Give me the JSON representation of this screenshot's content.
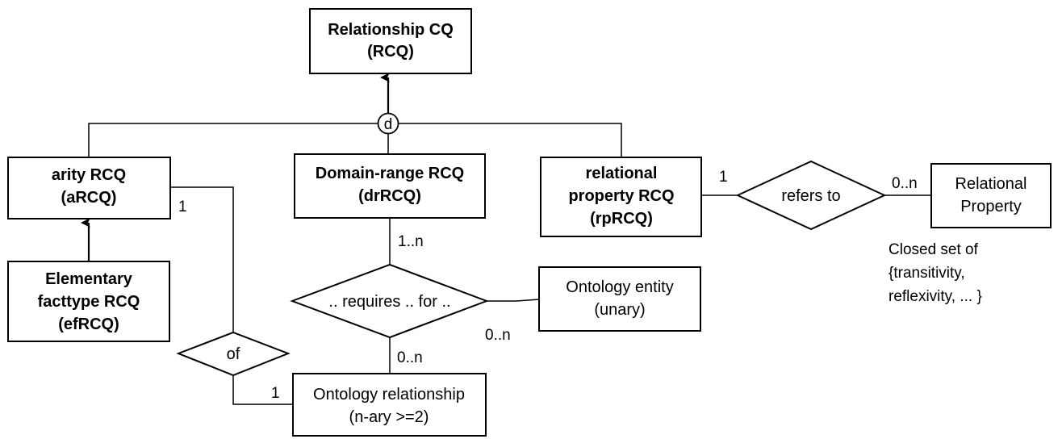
{
  "entities": {
    "rcq": [
      "Relationship CQ",
      "(RCQ)"
    ],
    "arcq": [
      "arity RCQ",
      "(aRCQ)"
    ],
    "drrcq": [
      "Domain-range RCQ",
      "(drRCQ)"
    ],
    "rprcq": [
      "relational",
      "property RCQ",
      "(rpRCQ)"
    ],
    "efrcq": [
      "Elementary",
      "facttype RCQ",
      "(efRCQ)"
    ],
    "ontology_entity": [
      "Ontology entity",
      "(unary)"
    ],
    "ontology_relationship": [
      "Ontology relationship",
      "(n-ary >=2)"
    ],
    "relational_property": [
      "Relational",
      "Property"
    ]
  },
  "relationships": {
    "refers_to": "refers to",
    "requires_for": ".. requires .. for ..",
    "of": "of"
  },
  "disjoint_marker": "d",
  "cardinalities": {
    "rp_refers": "1",
    "refers_relprop": "0..n",
    "arity_of": "1",
    "dr_requires": "1..n",
    "requires_entity": "0..n",
    "requires_relationship": "0..n",
    "of_relationship": "1"
  },
  "note": [
    "Closed set of",
    "{transitivity,",
    "reflexivity, ... }"
  ]
}
